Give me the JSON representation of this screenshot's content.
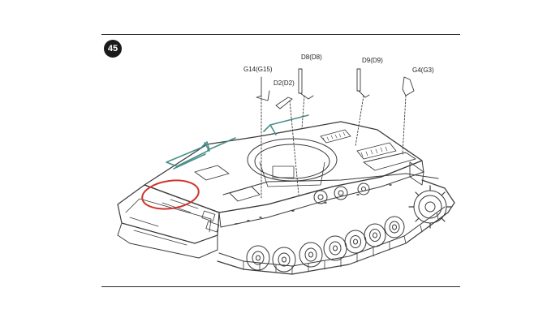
{
  "step": {
    "number": "45"
  },
  "callouts": {
    "d8": "D8(D8)",
    "g14": "G14(G15)",
    "d2": "D2(D2)",
    "d9": "D9(D9)",
    "g4": "G4(G3)"
  },
  "colors": {
    "line": "#3a3a3a",
    "highlight_parts": "#4a8f8c",
    "attention_circle": "#d0342c",
    "badge": "#1a1a1a"
  },
  "icons": [
    "tank-hull",
    "road-wheel",
    "drive-sprocket",
    "track",
    "tow-cable-bracket"
  ]
}
